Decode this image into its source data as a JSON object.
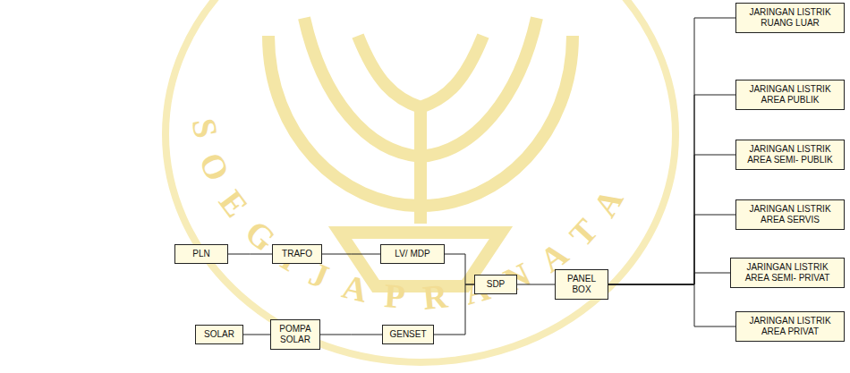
{
  "diagram": {
    "nodes": [
      {
        "text": [
          "PLN"
        ]
      },
      {
        "text": [
          "TRAFO"
        ]
      },
      {
        "text": [
          "LV/ MDP"
        ]
      },
      {
        "text": [
          "SOLAR"
        ]
      },
      {
        "text": [
          "POMPA SOLAR"
        ]
      },
      {
        "text": [
          "GENSET"
        ]
      },
      {
        "text": [
          "SDP"
        ]
      },
      {
        "text": [
          "PANEL BOX"
        ]
      },
      {
        "text": [
          "JARINGAN LISTRIK RUANG LUAR"
        ]
      },
      {
        "text": [
          "JARINGAN LISTRIK AREA PUBLIK"
        ]
      },
      {
        "text": [
          "JARINGAN LISTRIK AREA SEMI- PUBLIK"
        ]
      },
      {
        "text": [
          "JARINGAN LISTRIK AREA SERVIS"
        ]
      },
      {
        "text": [
          "JARINGAN LISTRIK AREA SEMI- PRIVAT"
        ]
      },
      {
        "text": [
          "JARINGAN LISTRIK AREA PRIVAT"
        ]
      }
    ],
    "edges": [
      {
        "from": 0,
        "to": 1,
        "arrow": "none"
      },
      {
        "from": 1,
        "to": 2,
        "arrow": "none"
      },
      {
        "from": 3,
        "to": 4,
        "arrow": "none"
      },
      {
        "from": 4,
        "to": 5,
        "arrow": "none"
      },
      {
        "from": 2,
        "to": 6,
        "arrow": "none"
      },
      {
        "from": 5,
        "to": 6,
        "arrow": "none"
      },
      {
        "from": 6,
        "to": 7,
        "arrow": "none"
      },
      {
        "from": 7,
        "to": 8,
        "arrow": "none"
      },
      {
        "from": 7,
        "to": 9,
        "arrow": "none"
      },
      {
        "from": 7,
        "to": 10,
        "arrow": "none"
      },
      {
        "from": 7,
        "to": 11,
        "arrow": "none"
      },
      {
        "from": 7,
        "to": 12,
        "arrow": "none"
      },
      {
        "from": 7,
        "to": 13,
        "arrow": "none"
      }
    ],
    "labels": [
      "SOEGIJAPRANATA"
    ]
  }
}
